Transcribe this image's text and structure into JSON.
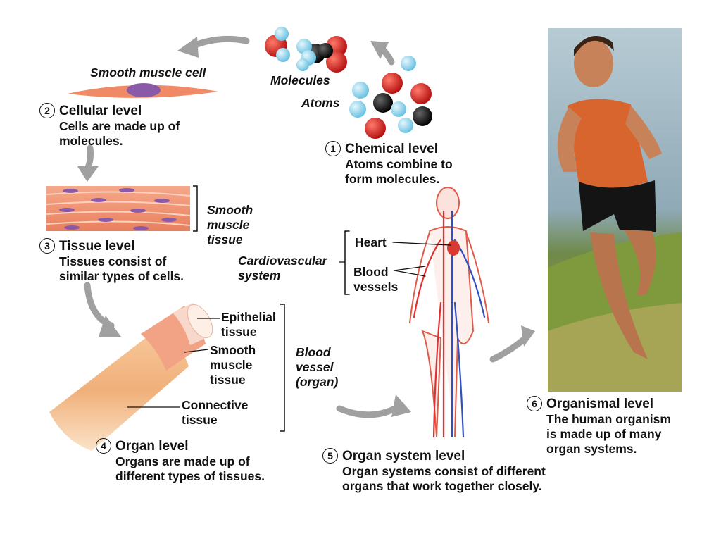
{
  "levels": [
    {
      "num": "1",
      "title": "Chemical level",
      "desc": [
        "Atoms combine to",
        "form molecules."
      ]
    },
    {
      "num": "2",
      "title": "Cellular level",
      "desc": [
        "Cells are made up of",
        "molecules."
      ]
    },
    {
      "num": "3",
      "title": "Tissue level",
      "desc": [
        "Tissues consist of",
        "similar types of cells."
      ]
    },
    {
      "num": "4",
      "title": "Organ level",
      "desc": [
        "Organs are made up of",
        "different types of tissues."
      ]
    },
    {
      "num": "5",
      "title": "Organ system level",
      "desc": [
        "Organ systems consist of different",
        "organs that work together closely."
      ]
    },
    {
      "num": "6",
      "title": "Organismal level",
      "desc": [
        "The human organism",
        "is made up of many",
        "organ systems."
      ]
    }
  ],
  "labels": {
    "molecules": "Molecules",
    "atoms": "Atoms",
    "smooth_muscle_cell": "Smooth muscle cell",
    "smooth_muscle_tissue": [
      "Smooth",
      "muscle",
      "tissue"
    ],
    "cardiovascular_system": [
      "Cardiovascular",
      "system"
    ],
    "heart": "Heart",
    "blood_vessels": [
      "Blood",
      "vessels"
    ],
    "epithelial_tissue": [
      "Epithelial",
      "tissue"
    ],
    "organ_smooth_muscle": [
      "Smooth",
      "muscle",
      "tissue"
    ],
    "connective_tissue": [
      "Connective",
      "tissue"
    ],
    "blood_vessel_organ": [
      "Blood",
      "vessel",
      "(organ)"
    ]
  },
  "colors": {
    "atom_red": "#d42020",
    "atom_blue": "#8fd3ea",
    "atom_black": "#151515",
    "arrow": "#9a9a9a",
    "muscle": "#f09070",
    "nucleus": "#8a5aa8",
    "artery": "#e03030",
    "vein": "#3050c0",
    "shirt": "#d8642e",
    "grass": "#8ea040",
    "sea": "#9fb8c4"
  }
}
